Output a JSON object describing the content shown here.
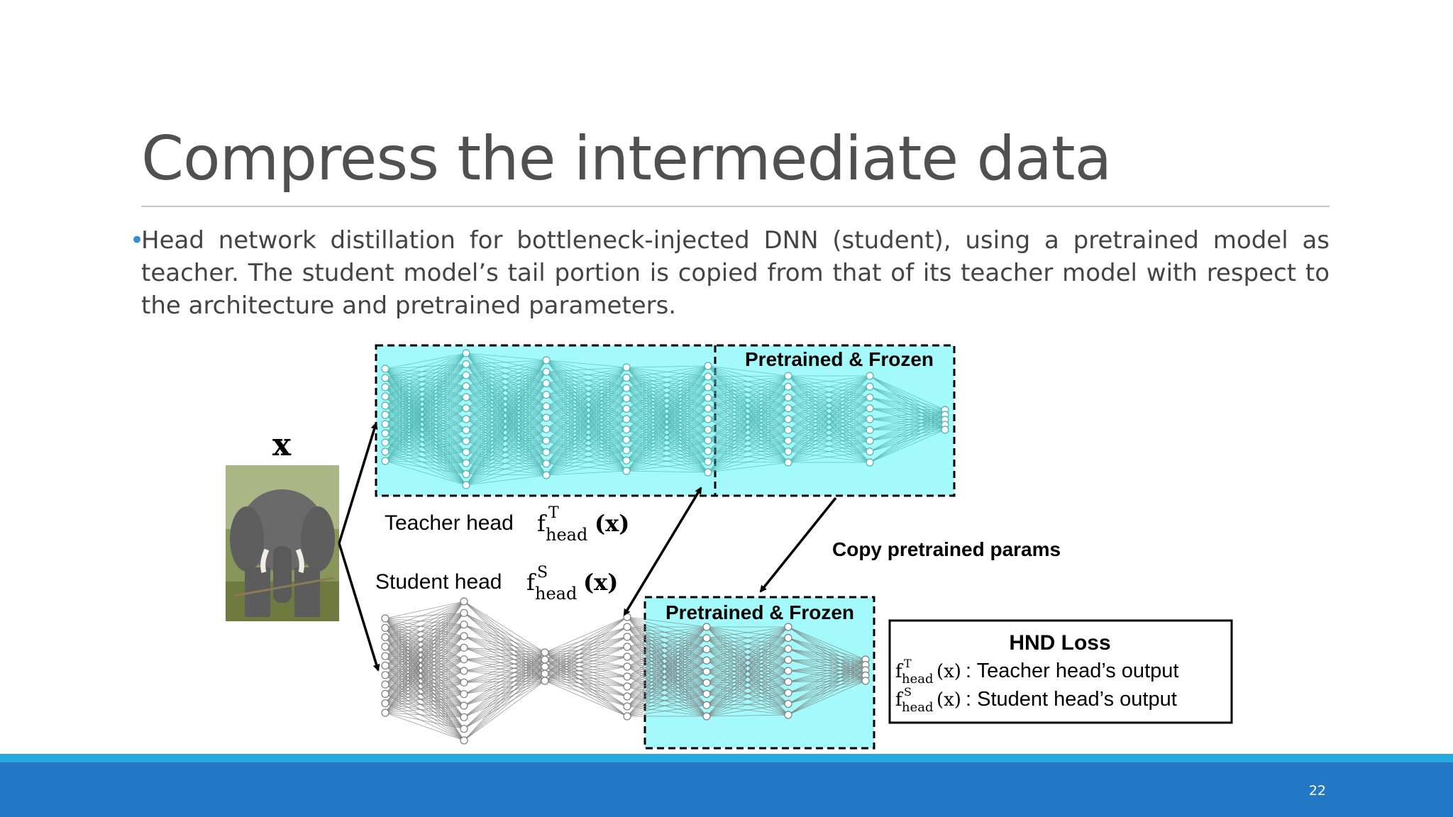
{
  "slide": {
    "title": "Compress the intermediate data",
    "bullet": "Head network distillation for bottleneck-injected DNN (student), using a pretrained model as teacher. The student model’s tail portion is copied from that of its teacher model with respect to the architecture and pretrained parameters.",
    "bullet_marker": "•",
    "page_number": "22"
  },
  "diagram": {
    "input_label": "x",
    "input_image": "elephant-photo",
    "teacher_frozen_label": "Pretrained & Frozen",
    "student_frozen_label": "Pretrained & Frozen",
    "teacher_head_label": "Teacher head",
    "student_head_label": "Student head",
    "teacher_head_func": "f",
    "teacher_head_sup": "T",
    "teacher_head_sub": "head",
    "student_head_func": "f",
    "student_head_sup": "S",
    "student_head_sub": "head",
    "func_arg": "(x)",
    "copy_label": "Copy pretrained params",
    "loss_box": {
      "title": "HND Loss",
      "line1_text": ": Teacher head’s output",
      "line2_text": ": Student head’s output",
      "line1_sup": "T",
      "line2_sup": "S",
      "sub": "head",
      "func": "f",
      "arg": "(x)"
    },
    "colors": {
      "frozen_fill": "#a4fafb",
      "teacher_net": "#4fb3ae",
      "student_net": "#7d7d7d",
      "arrow": "#000000"
    }
  },
  "theme": {
    "footer_color": "#2377c5",
    "footer_light": "#29a8e0",
    "title_color": "#505050",
    "bullet_color": "#2e8ed6"
  }
}
